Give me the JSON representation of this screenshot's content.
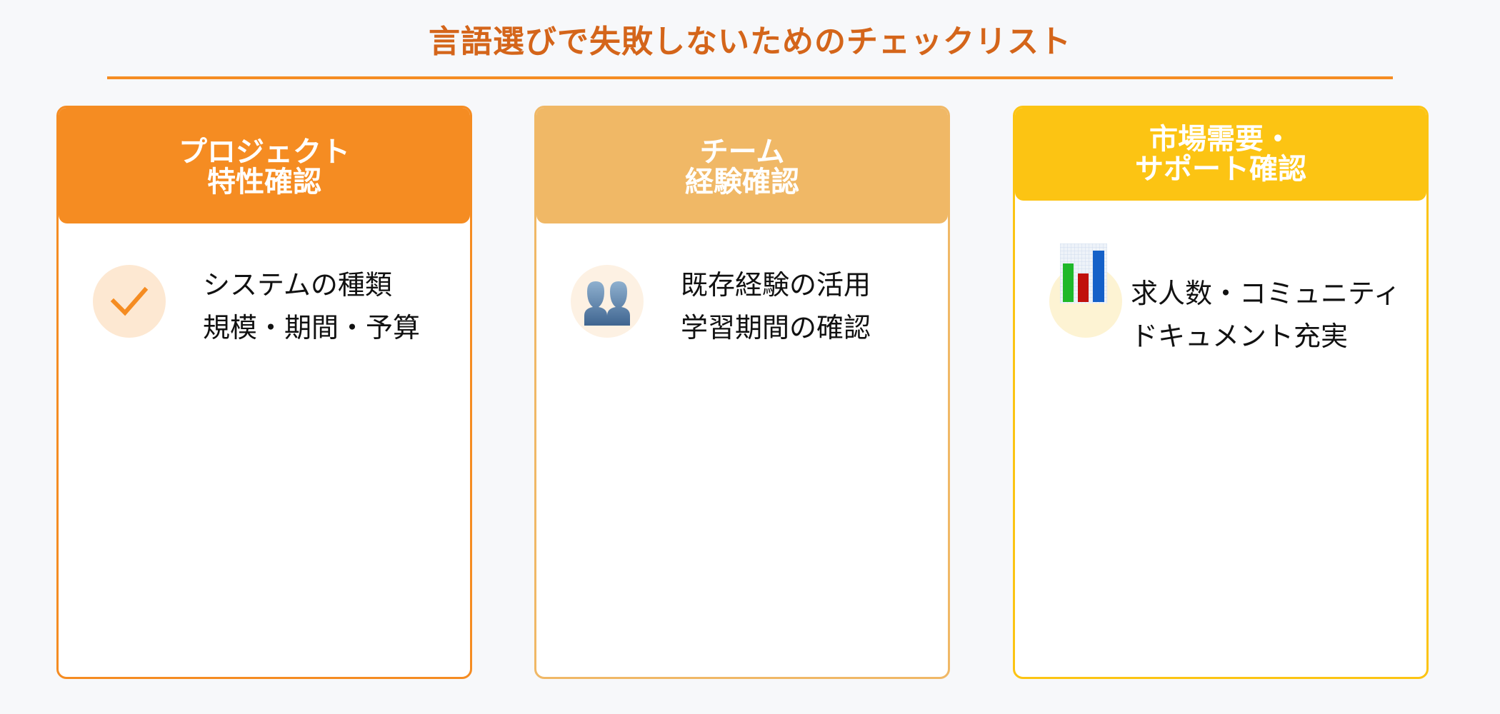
{
  "title": "言語選びで失敗しないためのチェックリスト",
  "colors": {
    "title": "#d4651a",
    "rule": "#f58c22",
    "background": "#f7f8fa"
  },
  "cards": [
    {
      "header": {
        "line1": "プロジェクト",
        "line2": "特性確認"
      },
      "color": "#f58c22",
      "icon": "checkmark-icon",
      "icon_bg": "#fde8d2",
      "text": {
        "line1": "システムの種類",
        "line2": "規模・期間・予算"
      }
    },
    {
      "header": {
        "line1": "チーム",
        "line2": "経験確認"
      },
      "color": "#f0b866",
      "icon": "two-people-icon",
      "icon_bg": "#fdf1e3",
      "text": {
        "line1": "既存経験の活用",
        "line2": "学習期間の確認"
      }
    },
    {
      "header": {
        "line1": "市場需要・",
        "line2": "サポート確認"
      },
      "color": "#fcc413",
      "icon": "bar-chart-icon",
      "icon_bg": "#fdf3d3",
      "text": {
        "line1": "求人数・コミュニティ",
        "line2": "ドキュメント充実"
      }
    }
  ]
}
